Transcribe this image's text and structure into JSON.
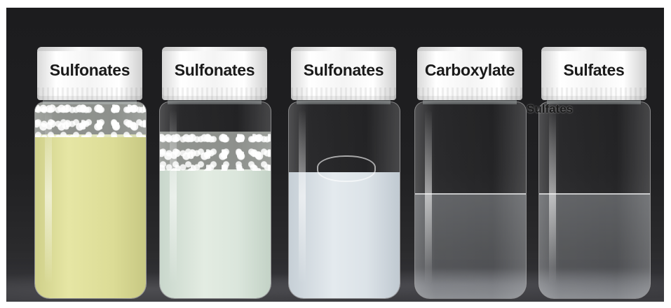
{
  "vials": [
    {
      "label": "Sulfonates",
      "liquid_color": "#e2e3a0"
    },
    {
      "label": "Sulfonates",
      "liquid_color": "#dfe9df"
    },
    {
      "label": "Sulfonates",
      "liquid_color": "#dfe6ea"
    },
    {
      "label": "Carboxylate",
      "liquid_color": "#c9cdd1"
    },
    {
      "label": "Sulfates",
      "liquid_color": "#c9cdd1"
    }
  ],
  "overlay_label": "Sulfates",
  "colors": {
    "background": "#1e1e20",
    "cap": "#f4f4f4",
    "label_text": "#1a1a1a"
  }
}
